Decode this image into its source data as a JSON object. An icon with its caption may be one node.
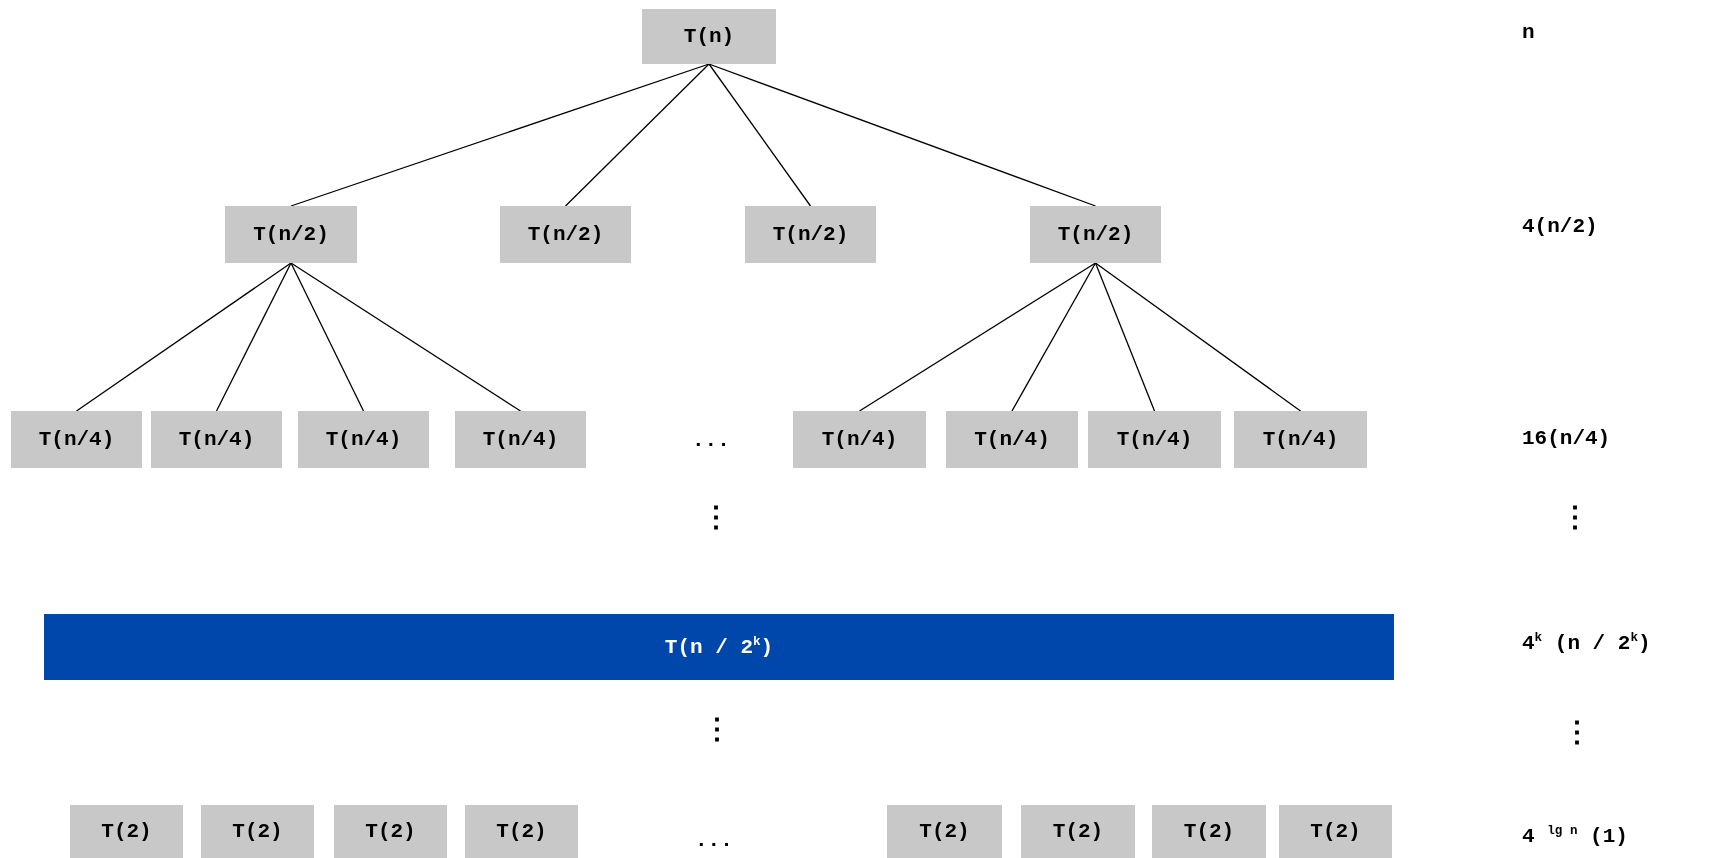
{
  "diagram": {
    "nodes": [
      {
        "text": [
          "T(n)"
        ]
      },
      {
        "text": [
          "T(n/2)"
        ]
      },
      {
        "text": [
          "T(n/2)"
        ]
      },
      {
        "text": [
          "T(n/2)"
        ]
      },
      {
        "text": [
          "T(n/2)"
        ]
      },
      {
        "text": [
          "T(n/4)"
        ]
      },
      {
        "text": [
          "T(n/4)"
        ]
      },
      {
        "text": [
          "T(n/4)"
        ]
      },
      {
        "text": [
          "T(n/4)"
        ]
      },
      {
        "text": [
          "T(n/4)"
        ]
      },
      {
        "text": [
          "T(n/4)"
        ]
      },
      {
        "text": [
          "T(n/4)"
        ]
      },
      {
        "text": [
          "T(n/4)"
        ]
      },
      {
        "text": [
          "T(n / 2$^{k}$)"
        ]
      },
      {
        "text": [
          "T(2)"
        ]
      },
      {
        "text": [
          "T(2)"
        ]
      },
      {
        "text": [
          "T(2)"
        ]
      },
      {
        "text": [
          "T(2)"
        ]
      },
      {
        "text": [
          "T(2)"
        ]
      },
      {
        "text": [
          "T(2)"
        ]
      },
      {
        "text": [
          "T(2)"
        ]
      },
      {
        "text": [
          "T(2)"
        ]
      }
    ],
    "edges": [
      {
        "from": 0,
        "to": 1,
        "arrow": "none"
      },
      {
        "from": 0,
        "to": 2,
        "arrow": "none"
      },
      {
        "from": 0,
        "to": 3,
        "arrow": "none"
      },
      {
        "from": 0,
        "to": 4,
        "arrow": "none"
      },
      {
        "from": 1,
        "to": 5,
        "arrow": "none"
      },
      {
        "from": 1,
        "to": 6,
        "arrow": "none"
      },
      {
        "from": 1,
        "to": 7,
        "arrow": "none"
      },
      {
        "from": 1,
        "to": 8,
        "arrow": "none"
      },
      {
        "from": 4,
        "to": 9,
        "arrow": "none"
      },
      {
        "from": 4,
        "to": 10,
        "arrow": "none"
      },
      {
        "from": 4,
        "to": 11,
        "arrow": "none"
      },
      {
        "from": 4,
        "to": 12,
        "arrow": "none"
      }
    ],
    "labels": [
      "n",
      "4(n/2)",
      "...",
      "16(n/4)",
      "⋮",
      "⋮",
      "4$^{k}$ (n / 2$^{k}$)",
      "⋮",
      "⋮",
      "...",
      "4 $^{lg n}$ (1)"
    ]
  }
}
